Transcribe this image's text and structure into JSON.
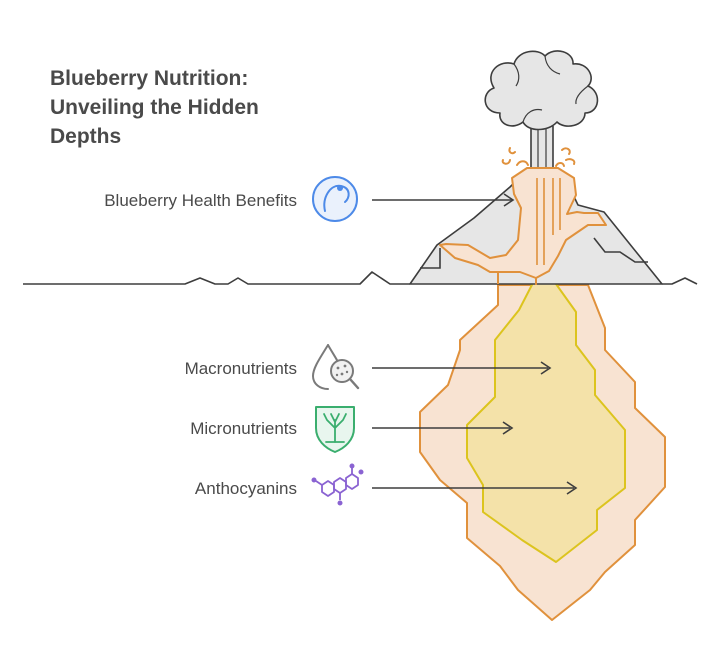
{
  "title_lines": [
    "Blueberry Nutrition:",
    "Unveiling the Hidden",
    "Depths"
  ],
  "labels": {
    "health_benefits": "Blueberry Health Benefits",
    "macronutrients": "Macronutrients",
    "micronutrients": "Micronutrients",
    "anthocyanins": "Anthocyanins"
  },
  "icons": {
    "health_benefits": "blueberry-icon",
    "macronutrients": "drop-magnifier-icon",
    "micronutrients": "shield-plant-icon",
    "anthocyanins": "molecule-icon"
  },
  "colors": {
    "text": "#4a4a4a",
    "line": "#3d3d3d",
    "volcano_fill": "#e6e6e6",
    "lava_stroke": "#e0913c",
    "lava_fill": "#f8e3d2",
    "inner_stroke": "#dcc41e",
    "inner_fill": "#f4e2a9",
    "health_icon": "#4d8ae8",
    "macro_icon": "#7a7a7a",
    "micro_icon": "#3aae6e",
    "antho_icon": "#8a63d2"
  }
}
